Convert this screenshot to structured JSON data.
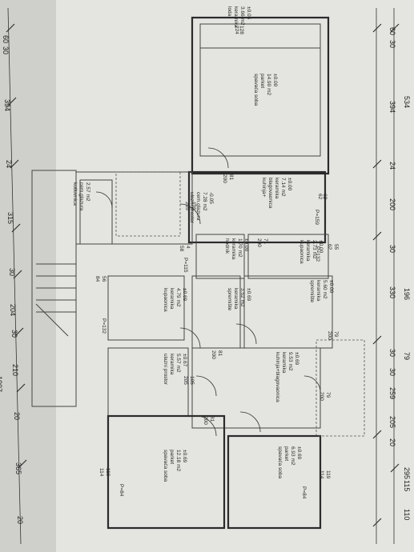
{
  "dims_top": [
    "60",
    "30",
    "394",
    "24",
    "315",
    "30",
    "204",
    "30",
    "210",
    "20",
    "365",
    "20",
    "1007"
  ],
  "dims_bottom": [
    "60",
    "30",
    "534",
    "394",
    "24",
    "200",
    "30",
    "330",
    "196",
    "79",
    "295",
    "115",
    "110",
    "205",
    "20",
    "259",
    "30",
    "30"
  ],
  "rooms": [
    {
      "id": "loda",
      "lines": [
        "loda",
        "keramika",
        "3.66 m2",
        "±0.05"
      ]
    },
    {
      "id": "spavaca-soba-1",
      "lines": [
        "spavaća soba",
        "parket",
        "14.90 m2",
        "±0.00"
      ]
    },
    {
      "id": "kuhinja",
      "lines": [
        "kuhinja+",
        "blagovaonica",
        "keramika",
        "7.14 m2",
        "±0.00"
      ]
    },
    {
      "id": "ulazni-prostor-1",
      "lines": [
        "ulazni prostor",
        "cem.glazura",
        "7.28 m2",
        "-0.05"
      ]
    },
    {
      "id": "kotlovnica",
      "lines": [
        "kotlovnica",
        "cem.glazura",
        "2.57 m2"
      ]
    },
    {
      "id": "hodnik",
      "lines": [
        "hodnik",
        "keramika",
        "1.70 m2",
        "±0.00"
      ]
    },
    {
      "id": "kupaonica-1",
      "lines": [
        "kupaonica",
        "keramika",
        "2.73 m2",
        "±0.00"
      ]
    },
    {
      "id": "spremiste-1",
      "lines": [
        "spremište",
        "keramika",
        "5.60 m2",
        "±0.00"
      ]
    },
    {
      "id": "kupaonica-2",
      "lines": [
        "kupaonica",
        "keramika",
        "4.79 m2",
        "±0.69"
      ]
    },
    {
      "id": "spremiste-2",
      "lines": [
        "spremište",
        "keramika",
        "3.52 m2",
        "±0.69"
      ]
    },
    {
      "id": "kuhinja-2",
      "lines": [
        "kuhinja+blagovaonica",
        "keramika",
        "9.53 m2",
        "±0.69"
      ]
    },
    {
      "id": "ulazni-prostor-2",
      "lines": [
        "ulazni prostor",
        "keramika",
        "5.57 m2",
        "±0.67"
      ]
    },
    {
      "id": "spavaca-soba-2",
      "lines": [
        "spavaća soba",
        "parket",
        "12.18 m2",
        "±0.69"
      ]
    },
    {
      "id": "spavaca-soba-3",
      "lines": [
        "spavaća soba",
        "parket",
        "6.93 m2",
        "±0.69"
      ]
    }
  ],
  "openings": [
    "128",
    "224",
    "81",
    "200",
    "105",
    "205",
    "62",
    "62",
    "P=159",
    "71",
    "200",
    "55",
    "62",
    "P=132",
    "4",
    "58",
    "P=115",
    "56",
    "84",
    "P=132",
    "79",
    "200",
    "81",
    "200",
    "105",
    "205",
    "79",
    "200",
    "81",
    "200",
    "119",
    "114",
    "P=84",
    "119",
    "114",
    "P=84"
  ]
}
